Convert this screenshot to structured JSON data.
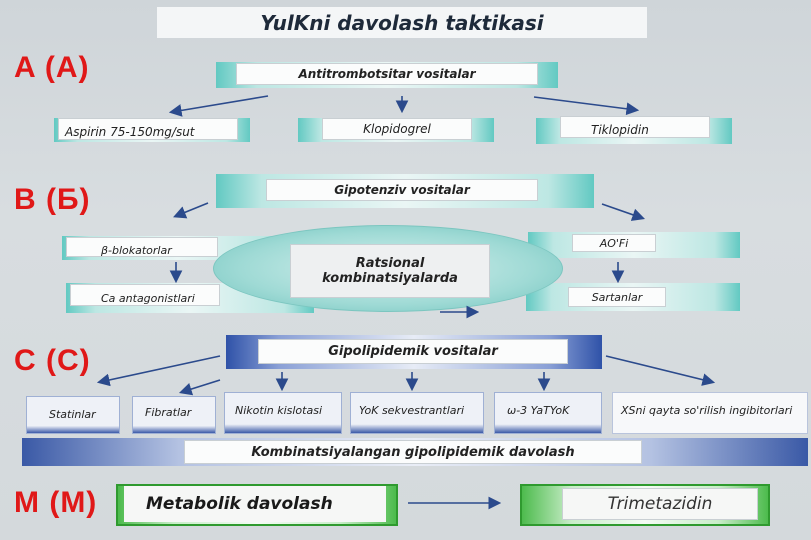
{
  "title": "YulKni davolash taktikasi",
  "sections": {
    "a": {
      "letter": "A (A)",
      "header": "Antitrombotsitar vositalar",
      "items": [
        "Aspirin 75-150mg/sut",
        "Klopidogrel",
        "Tiklopidin"
      ]
    },
    "b": {
      "letter": "B (Б)",
      "header": "Gipotenziv vositalar",
      "left": [
        "β-blokatorlar",
        "Ca antagonistlari"
      ],
      "right": [
        "AO'Fi",
        "Sartanlar"
      ],
      "center_line1": "Ratsional",
      "center_line2": "kombinatsiyalarda"
    },
    "c": {
      "letter": "C (C)",
      "header": "Gipolipidemik vositalar",
      "items": [
        "Statinlar",
        "Fibratlar",
        "Nikotin kislotasi",
        "YoK sekvestrantlari",
        "ω-3 YaTYoK",
        "XSni qayta so'rilish ingibitorlari"
      ],
      "combined": "Kombinatsiyalangan gipolipidemik davolash"
    },
    "m": {
      "letter": "M (M)",
      "left": "Metabolik davolash",
      "right": "Trimetazidin"
    }
  },
  "colors": {
    "letter": "#e01818",
    "teal": "#62c9c2",
    "blue": "#2f52a8",
    "green": "#2f9a2f",
    "arrow": "#2b4a8c"
  }
}
